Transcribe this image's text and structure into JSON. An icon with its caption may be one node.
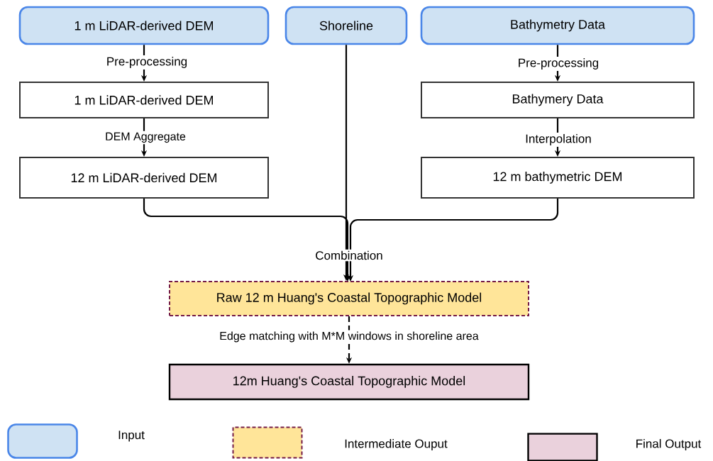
{
  "diagram": {
    "nodes": [
      {
        "text": [
          "1 m LiDAR-derived DEM"
        ]
      },
      {
        "text": [
          "Shoreline"
        ]
      },
      {
        "text": [
          "Bathymetry Data"
        ]
      },
      {
        "text": [
          "1 m LiDAR-derived DEM"
        ]
      },
      {
        "text": [
          "12 m LiDAR-derived DEM"
        ]
      },
      {
        "text": [
          "Bathymery Data"
        ]
      },
      {
        "text": [
          "12 m bathymetric DEM"
        ]
      },
      {
        "text": [
          "Raw 12 m Huang's Coastal Topographic Model"
        ]
      },
      {
        "text": [
          "12m Huang's Coastal Topographic Model"
        ]
      }
    ],
    "edges": [
      {
        "from": 0,
        "to": 3,
        "arrow": "to",
        "label": "Pre-processing"
      },
      {
        "from": 3,
        "to": 4,
        "arrow": "to",
        "label": "DEM Aggregate"
      },
      {
        "from": 2,
        "to": 5,
        "arrow": "to",
        "label": "Pre-processing"
      },
      {
        "from": 5,
        "to": 6,
        "arrow": "to",
        "label": "Interpolation"
      },
      {
        "from": 4,
        "to": 7,
        "arrow": "to"
      },
      {
        "from": 1,
        "to": 7,
        "arrow": "to",
        "label": "Combination"
      },
      {
        "from": 6,
        "to": 7,
        "arrow": "to"
      },
      {
        "from": 7,
        "to": 8,
        "arrow": "to",
        "label": "Edge matching with M*M windows in shoreline area",
        "style": "dashed"
      }
    ],
    "legend": [
      {
        "text": "Input",
        "color": "#cfe2f3"
      },
      {
        "text": "Intermediate Ouput",
        "color": "#ffe599"
      },
      {
        "text": "Final Output",
        "color": "#ead1dc"
      }
    ]
  }
}
